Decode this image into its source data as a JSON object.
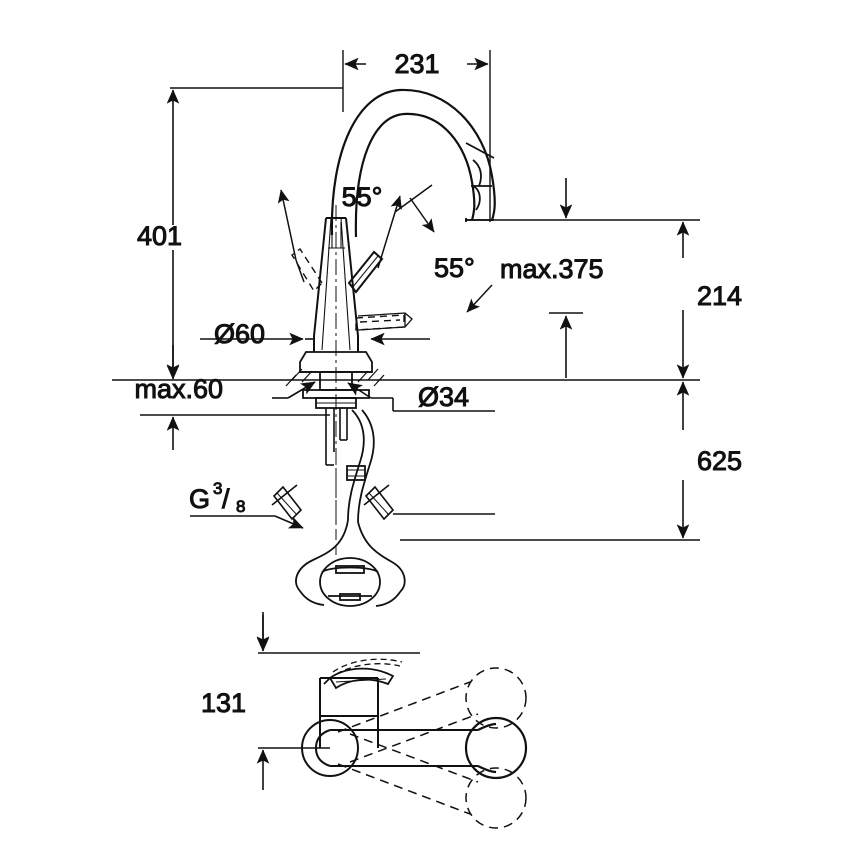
{
  "drawing": {
    "title": "Kitchen mixer tap technical dimension drawing",
    "units": "mm",
    "line_color": "#111111",
    "background_color": "#ffffff"
  },
  "dimensions": {
    "spout_reach": "231",
    "total_height": "401",
    "spout_outlet_height": "214",
    "hose_length_below": "625",
    "max_projection": "max.375",
    "max_counter_thickness": "max.60",
    "base_diameter": "Ø60",
    "shank_diameter": "Ø34",
    "handle_height_plan": "131"
  },
  "angles": {
    "handle_left": "55°",
    "handle_right": "55°"
  },
  "connection": {
    "thread_label_main": "G",
    "thread_numerator": "3",
    "thread_divider": "/",
    "thread_denominator": "8"
  },
  "views": {
    "elevation": "front elevation with pull-down spray hose",
    "plan": "top view showing spray head swivel range"
  }
}
